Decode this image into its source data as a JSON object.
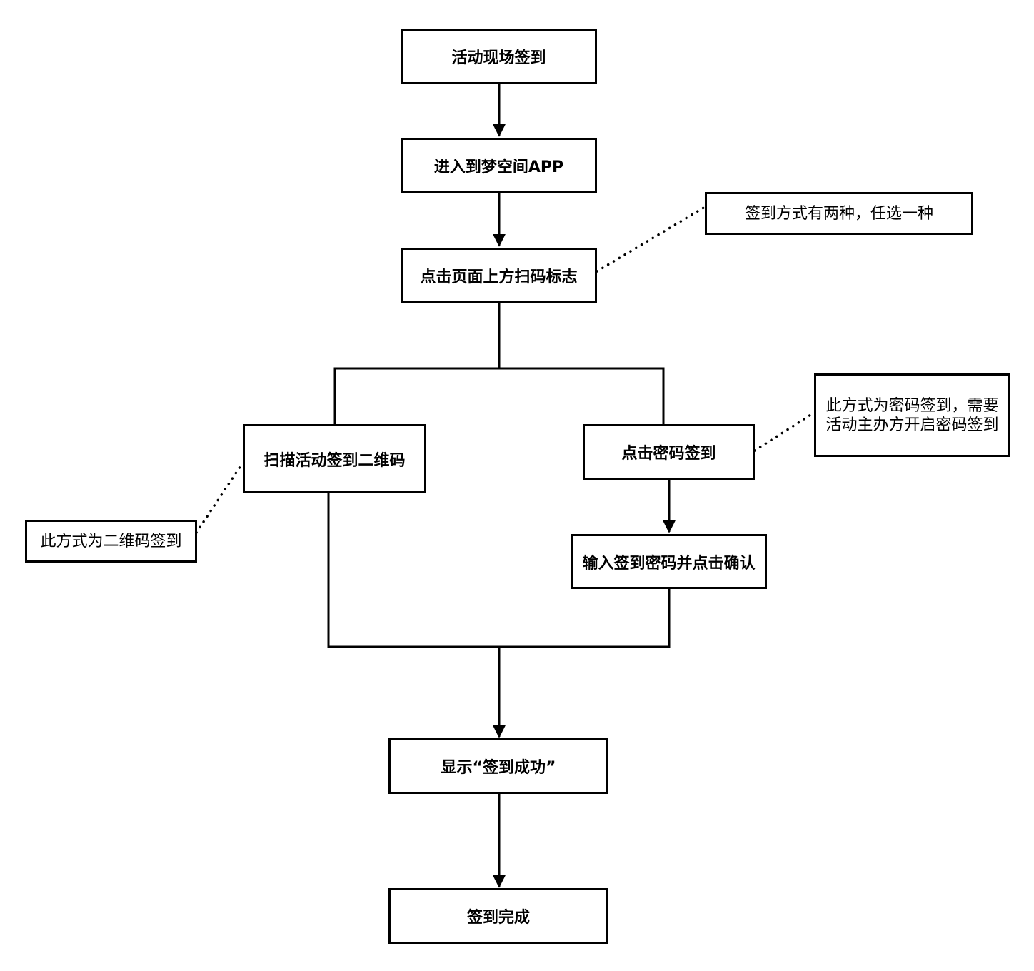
{
  "steps": {
    "onsite_checkin": "活动现场签到",
    "enter_app": "进入到梦空间APP",
    "tap_scan_icon": "点击页面上方扫码标志",
    "scan_qr": "扫描活动签到二维码",
    "tap_password_checkin": "点击密码签到",
    "enter_password_confirm": "输入签到密码并点击确认",
    "show_success": "显示“签到成功”",
    "checkin_complete": "签到完成"
  },
  "notes": {
    "two_methods": "签到方式有两种，任选一种",
    "qr_method": "此方式为二维码签到",
    "password_method_line1": "此方式为密码签到，需要",
    "password_method_line2": "活动主办方开启密码签到"
  },
  "colors": {
    "stroke": "#000000",
    "fill": "#ffffff"
  }
}
